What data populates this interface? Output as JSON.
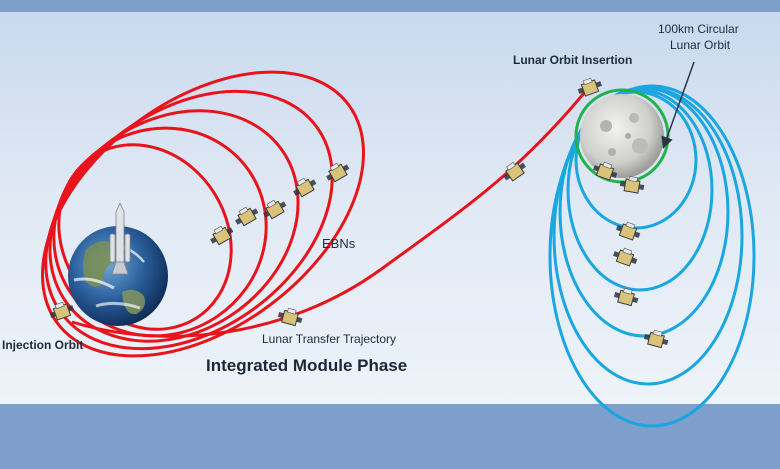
{
  "title": "Integrated Module Phase",
  "labels": {
    "injection_orbit": "Injection Orbit",
    "ebns": "EBNs",
    "lunar_transfer": "Lunar Transfer Trajectory",
    "lunar_orbit_insertion": "Lunar Orbit Insertion",
    "circular_orbit_line1": "100km Circular",
    "circular_orbit_line2": "Lunar Orbit"
  },
  "colors": {
    "earth_orbits": "#e8141c",
    "lunar_orbits": "#1aa6e0",
    "circular_orbit": "#22b24a",
    "background_band": "#7e9fcc"
  },
  "icons": {
    "spacecraft": "spacecraft-icon",
    "earth": "earth-icon",
    "moon": "moon-icon",
    "rocket": "rocket-icon",
    "pointer": "arrow-icon"
  }
}
